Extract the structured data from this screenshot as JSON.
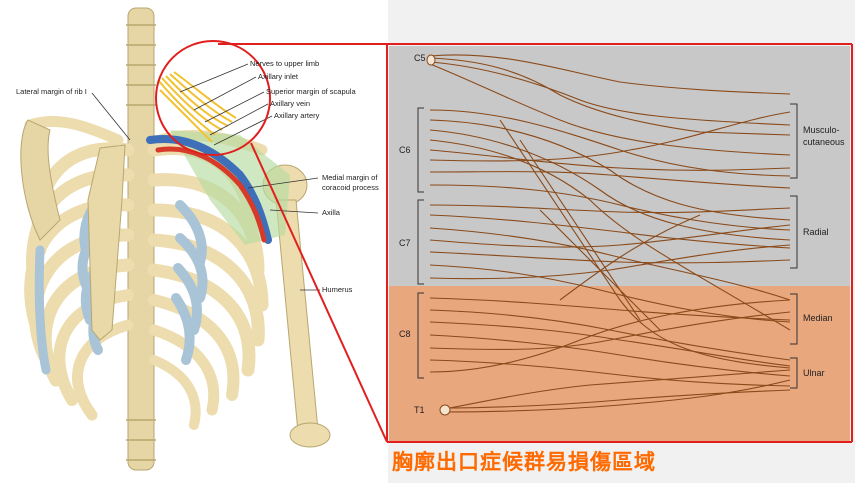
{
  "anatomy_labels": {
    "nerves": "Nerves to upper limb",
    "axillary_inlet": "Axillary inlet",
    "superior_margin": "Superior margin of scapula",
    "axillary_vein": "Axillary vein",
    "axillary_artery": "Axillary artery",
    "lateral_margin": "Lateral margin of rib I",
    "medial_margin_1": "Medial margin of",
    "medial_margin_2": "coracoid process",
    "axilla": "Axilla",
    "humerus": "Humerus"
  },
  "plexus": {
    "roots": [
      "C5",
      "C6",
      "C7",
      "C8",
      "T1"
    ],
    "nerves": [
      {
        "line1": "Musculo-",
        "line2": "cutaneous"
      },
      {
        "line1": "Radial"
      },
      {
        "line1": "Median"
      },
      {
        "line1": "Ulnar"
      }
    ],
    "highlight_color": "#e9a77e",
    "background_color": "#c8c8c8",
    "nerve_color": "#8a4a1a"
  },
  "caption": "胸廓出口症候群易損傷區域",
  "colors": {
    "callout": "#e0201e",
    "caption": "#ff6a00",
    "bone": "#ecdcae",
    "cartilage": "#a9c4d6"
  }
}
